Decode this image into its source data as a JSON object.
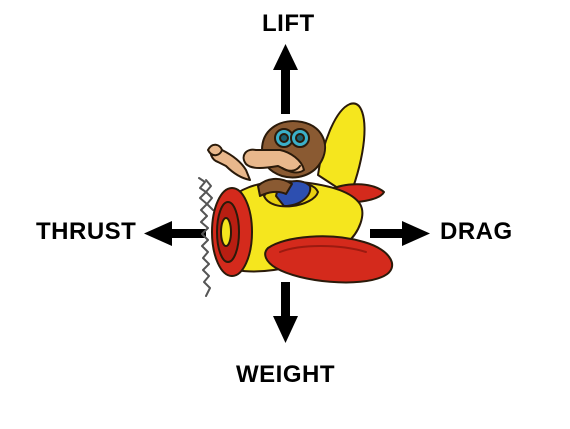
{
  "forces": {
    "lift": "LIFT",
    "thrust": "THRUST",
    "drag": "DRAG",
    "weight": "WEIGHT"
  },
  "colors": {
    "arrow": "#000000",
    "plane_body": "#f5e61e",
    "plane_accent": "#d42a1c",
    "pilot_skin": "#e9b88c",
    "pilot_helmet": "#8a5a32",
    "goggles": "#3bb0c9"
  },
  "icons": {
    "airplane": "cartoon-airplane-with-pilot-icon",
    "arrows": [
      "arrow-up-icon",
      "arrow-left-icon",
      "arrow-right-icon",
      "arrow-down-icon"
    ]
  }
}
